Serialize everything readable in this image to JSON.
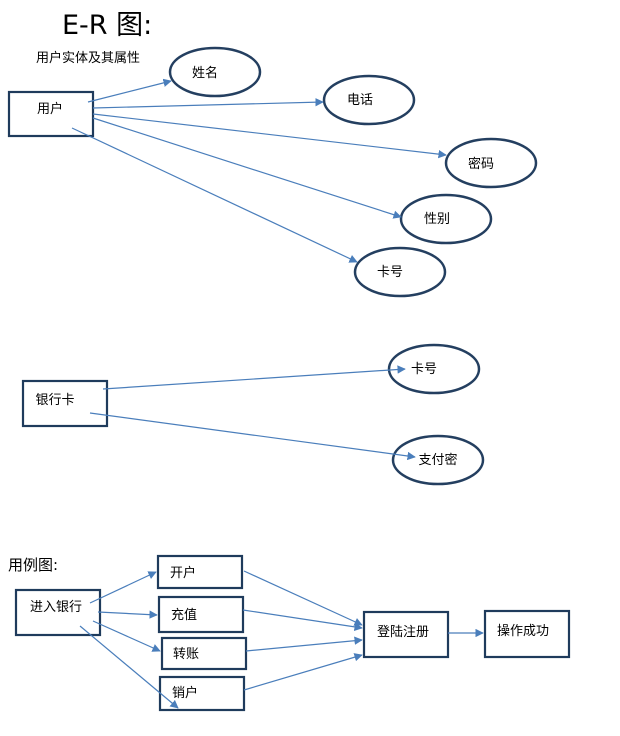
{
  "header": {
    "title": "E-R 图:",
    "subtitle": "用户实体及其属性"
  },
  "er_user": {
    "entity": "用户",
    "attributes": [
      "姓名",
      "电话",
      "密码",
      "性别",
      "卡号"
    ]
  },
  "er_card": {
    "entity": "银行卡",
    "attributes": [
      "卡号",
      "支付密"
    ]
  },
  "usecase": {
    "title": "用例图:",
    "start": "进入银行",
    "actions": [
      "开户",
      "充值",
      "转账",
      "销户"
    ],
    "login": "登陆注册",
    "result": "操作成功"
  },
  "colors": {
    "arrow": "#4a7ebb",
    "box_border": "#1f3b5c",
    "ellipse_border": "#243f60"
  }
}
